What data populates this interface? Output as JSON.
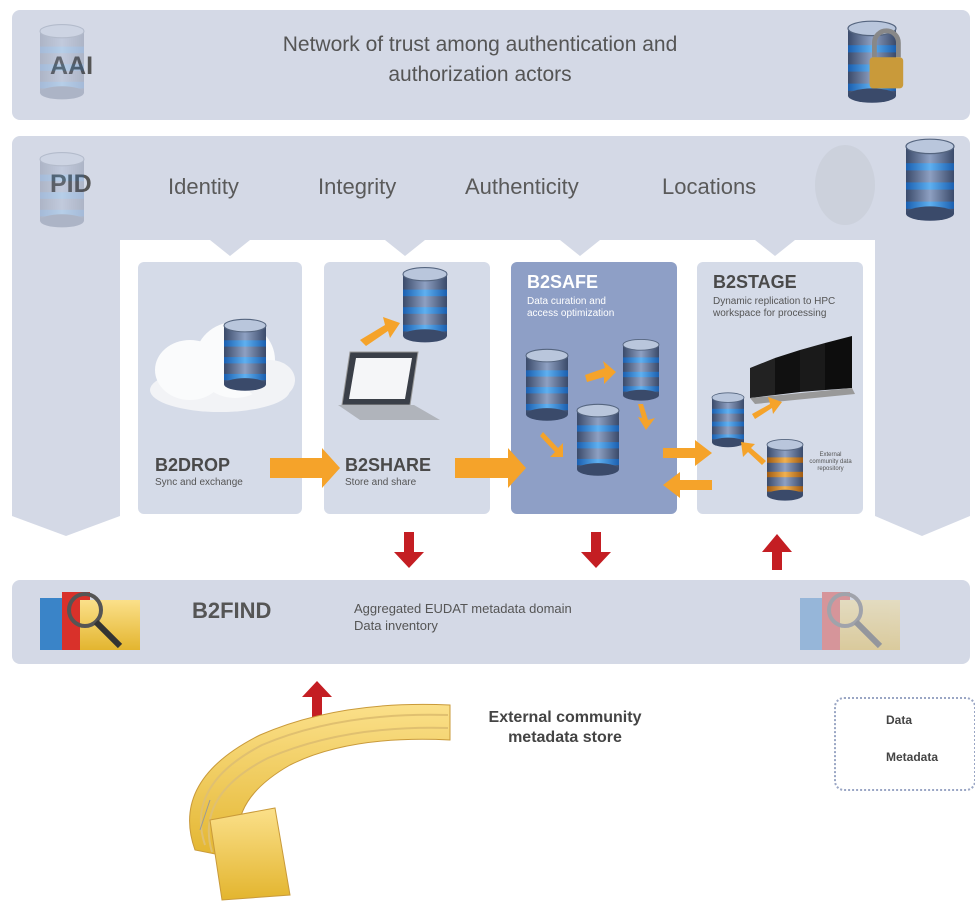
{
  "aai": {
    "label": "AAI",
    "description": "Network of trust among authentication and authorization actors"
  },
  "pid": {
    "label": "PID",
    "terms": [
      "Identity",
      "Integrity",
      "Authenticity",
      "Locations"
    ]
  },
  "services": [
    {
      "name": "B2DROP",
      "desc": "Sync and exchange"
    },
    {
      "name": "B2SHARE",
      "desc": "Store and share"
    },
    {
      "name": "B2SAFE",
      "desc": "Data curation and access optimization"
    },
    {
      "name": "B2STAGE",
      "desc": "Dynamic replication to HPC workspace for processing",
      "note": "External community data repository"
    }
  ],
  "b2find": {
    "name": "B2FIND",
    "desc_line1": "Aggregated EUDAT metadata domain",
    "desc_line2": "Data inventory"
  },
  "external": {
    "line1": "External community",
    "line2": "metadata store"
  },
  "legend": {
    "data": "Data",
    "metadata": "Metadata"
  },
  "colors": {
    "band": "#d4d9e6",
    "b2safe": "#8e9fc6",
    "data_arrow": "#f5a32a",
    "metadata_arrow": "#c41e23",
    "folder": "#f2c94c"
  }
}
